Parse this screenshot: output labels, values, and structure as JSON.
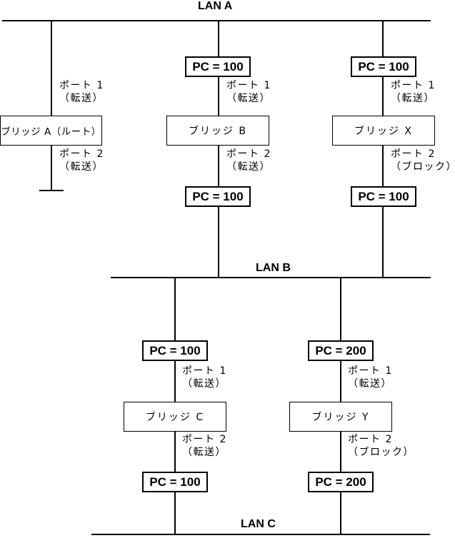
{
  "colors": {
    "background": "#ffffff",
    "line": "#000000",
    "text": "#000000"
  },
  "lans": {
    "a": {
      "label": "LAN A"
    },
    "b": {
      "label": "LAN B"
    },
    "c": {
      "label": "LAN C"
    }
  },
  "bridges": {
    "a": {
      "label": "ブリッジ A（ルート）",
      "port1_name": "ポート 1",
      "port1_state": "（転送）",
      "port2_name": "ポート 2",
      "port2_state": "（転送）"
    },
    "b": {
      "label": "ブリッジ B",
      "pc_upper": "PC = 100",
      "pc_lower": "PC = 100",
      "port1_name": "ポート 1",
      "port1_state": "（転送）",
      "port2_name": "ポート 2",
      "port2_state": "（転送）"
    },
    "x": {
      "label": "ブリッジ X",
      "pc_upper": "PC = 100",
      "pc_lower": "PC = 100",
      "port1_name": "ポート 1",
      "port1_state": "（転送）",
      "port2_name": "ポート 2",
      "port2_state": "（ブロック）"
    },
    "c": {
      "label": "ブリッジ C",
      "pc_upper": "PC = 100",
      "pc_lower": "PC = 100",
      "port1_name": "ポート 1",
      "port1_state": "（転送）",
      "port2_name": "ポート 2",
      "port2_state": "（転送）"
    },
    "y": {
      "label": "ブリッジ Y",
      "pc_upper": "PC = 200",
      "pc_lower": "PC = 200",
      "port1_name": "ポート 1",
      "port1_state": "（転送）",
      "port2_name": "ポート 2",
      "port2_state": "（ブロック）"
    }
  }
}
